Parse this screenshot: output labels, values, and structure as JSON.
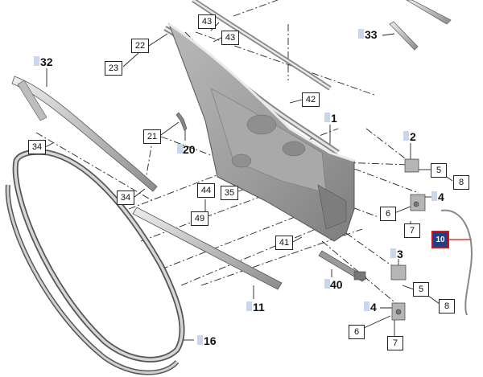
{
  "labels": {
    "l43a": "43",
    "l43b": "43",
    "l22": "22",
    "l23": "23",
    "l33": "33",
    "l32": "32",
    "l42": "42",
    "l1": "1",
    "l21": "21",
    "l20": "20",
    "l34a": "34",
    "l34b": "34",
    "l44": "44",
    "l35": "35",
    "l49": "49",
    "l2": "2",
    "l5a": "5",
    "l8a": "8",
    "l4a": "4",
    "l6a": "6",
    "l7a": "7",
    "l10": "10",
    "l41": "41",
    "l3": "3",
    "l40": "40",
    "l11": "11",
    "l5b": "5",
    "l8b": "8",
    "l4b": "4",
    "l6b": "6",
    "l7b": "7",
    "l16": "16"
  },
  "colors": {
    "highlight_fill": "#1f3f8a",
    "highlight_border": "#dd1111",
    "leader_red": "#dd1111",
    "tick": "#c9d6ec"
  }
}
